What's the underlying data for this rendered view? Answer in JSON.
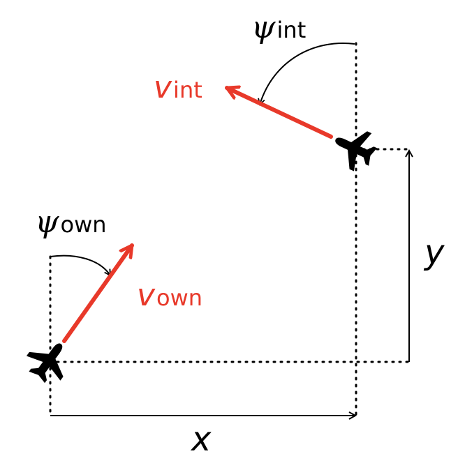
{
  "labels": {
    "psi_int_symbol": "ψ",
    "psi_int_sub": "int",
    "v_int_symbol": "v",
    "v_int_sub": "int",
    "psi_own_symbol": "ψ",
    "psi_own_sub": "own",
    "v_own_symbol": "v",
    "v_own_sub": "own",
    "y_axis": "y",
    "x_axis": "x"
  },
  "colors": {
    "velocity": "#e8392a",
    "ink": "#000000"
  },
  "icons": {
    "ownship": "airplane-icon",
    "intruder": "airplane-icon"
  }
}
